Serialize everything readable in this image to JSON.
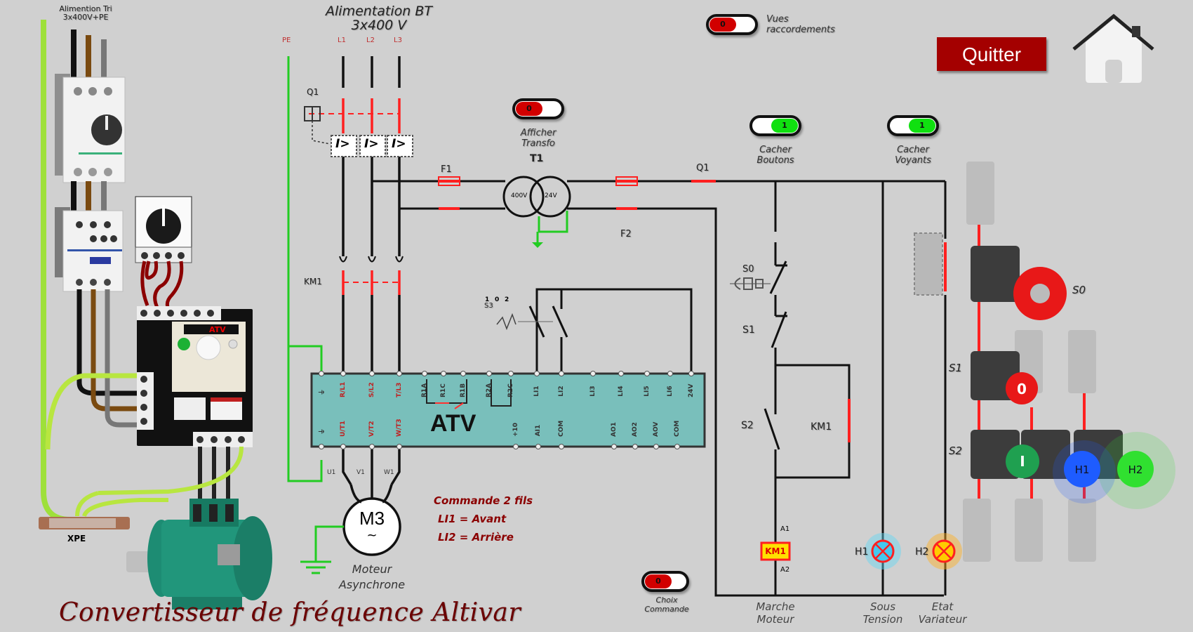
{
  "header": {
    "supply_left": "Alimention Tri\n3x400V+PE",
    "supply_bt_line1": "Alimentation BT",
    "supply_bt_line2": "3x400 V",
    "quit_label": "Quitter",
    "home_icon": "home-icon"
  },
  "toggles": [
    {
      "id": "vues-raccordements",
      "label_line1": "Vues",
      "label_line2": "raccordements",
      "state": "off",
      "knob_text": "0"
    },
    {
      "id": "afficher-transfo",
      "label_line1": "Afficher",
      "label_line2": "Transfo",
      "state": "off",
      "knob_text": "0"
    },
    {
      "id": "cacher-boutons",
      "label_line1": "Cacher",
      "label_line2": "Boutons",
      "state": "on",
      "knob_text": "1"
    },
    {
      "id": "cacher-voyants",
      "label_line1": "Cacher",
      "label_line2": "Voyants",
      "state": "on",
      "knob_text": "1"
    },
    {
      "id": "choix-commande",
      "label_line1": "Choix",
      "label_line2": "Commande",
      "state": "off",
      "knob_text": "0"
    }
  ],
  "power_circuit": {
    "terminals": [
      "PE",
      "L1",
      "L2",
      "L3"
    ],
    "breaker": "Q1",
    "contactor": "KM1",
    "trip_symbol": "I>",
    "motor_terminals": [
      "U1",
      "V1",
      "W1"
    ],
    "motor_symbol": "M3",
    "motor_tilde": "~",
    "motor_label_line1": "Moteur",
    "motor_label_line2": "Asynchrone"
  },
  "control_circuit": {
    "fuse_top": "F1",
    "fuse_bottom": "F2",
    "transformer": "T1",
    "transformer_primary": "400V",
    "transformer_secondary": "24V",
    "breaker": "Q1",
    "selector": "S3",
    "selector_positions": [
      "1",
      "0",
      "2"
    ],
    "stop_emergency": "S0",
    "stop": "S1",
    "start": "S2",
    "contactor_aux": "KM1",
    "coil": "KM1",
    "coil_a1": "A1",
    "coil_a2": "A2",
    "lamp_h1": "H1",
    "lamp_h2": "H2",
    "col_labels": [
      {
        "line1": "Marche",
        "line2": "Moteur"
      },
      {
        "line1": "Sous",
        "line2": "Tension"
      },
      {
        "line1": "Etat",
        "line2": "Variateur"
      }
    ]
  },
  "atv": {
    "label": "ATV",
    "top_terminals": [
      "⏚",
      "R/L1",
      "S/L2",
      "T/L3",
      "R1A",
      "R1C",
      "R1B",
      "R2A",
      "R2C",
      "LI1",
      "LI2",
      "LI3",
      "LI4",
      "LI5",
      "LI6",
      "24V"
    ],
    "bottom_terminals": [
      "⏚",
      "U/T1",
      "V/T2",
      "W/T3",
      "+10",
      "AI1",
      "COM",
      "AO1",
      "AO2",
      "AOV",
      "COM"
    ]
  },
  "command_note": {
    "line1": "Commande 2 fils",
    "line2": "LI1 = Avant",
    "line3": "LI2 = Arrière"
  },
  "physical": {
    "earth_bar": "XPE",
    "drive_display": "ATV",
    "buttons": [
      {
        "name": "S0",
        "color": "#e01010",
        "text": ""
      },
      {
        "name": "S1",
        "color": "#e01010",
        "text": "0"
      },
      {
        "name": "S2",
        "color": "#1fa050",
        "text": "I"
      },
      {
        "name": "H1",
        "color": "#1e5cff",
        "text": "H1"
      },
      {
        "name": "H2",
        "color": "#30e030",
        "text": "H2"
      }
    ]
  },
  "footer": {
    "title": "Convertisseur de fréquence Altivar"
  },
  "colors": {
    "background": "#d0d0d0",
    "wire_black": "#111111",
    "wire_red": "#ff2020",
    "earth_green": "#22cc22",
    "atv_fill": "#79bfbb",
    "quit_bg": "#a40000",
    "title_color": "#6b0000"
  }
}
